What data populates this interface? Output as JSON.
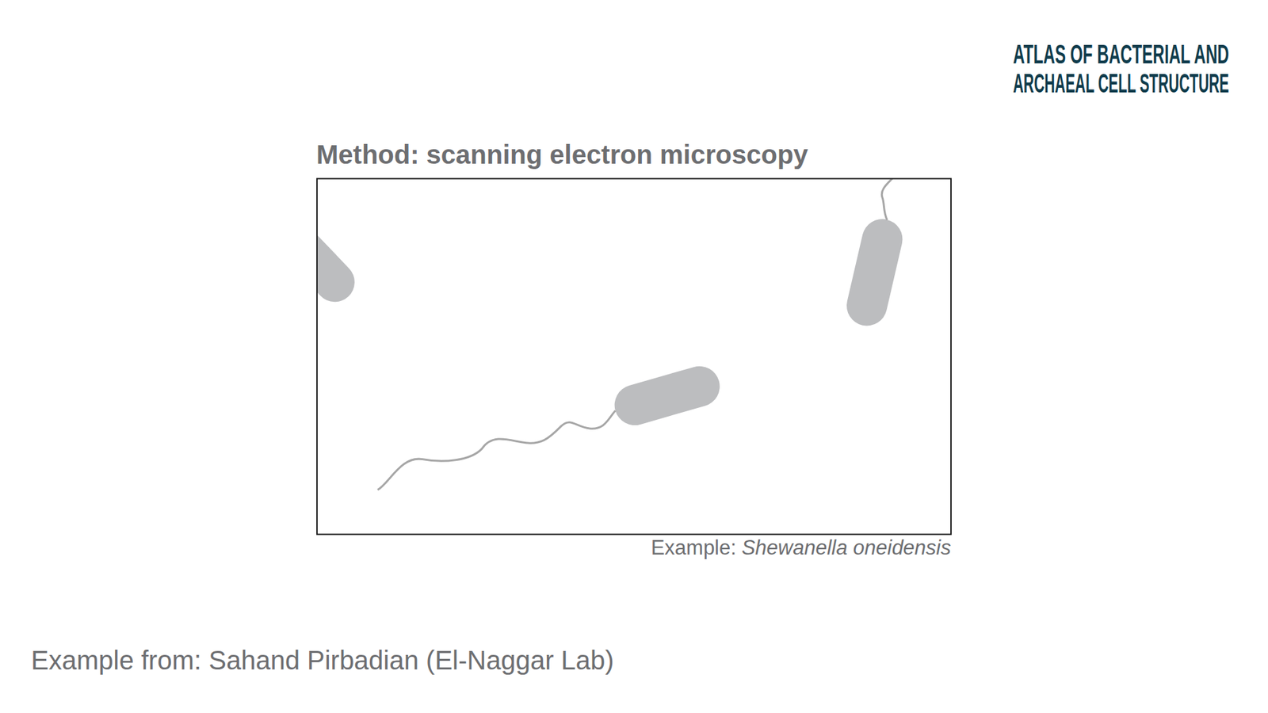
{
  "diagram": {
    "title": "Method: scanning electron microscopy",
    "labels": [
      "ATLAS OF BACTERIAL AND",
      "ARCHAEAL CELL STRUCTURE",
      "Example:",
      "Shewanella oneidensis",
      "Example from: Sahand Pirbadian (El-Naggar Lab)"
    ]
  }
}
